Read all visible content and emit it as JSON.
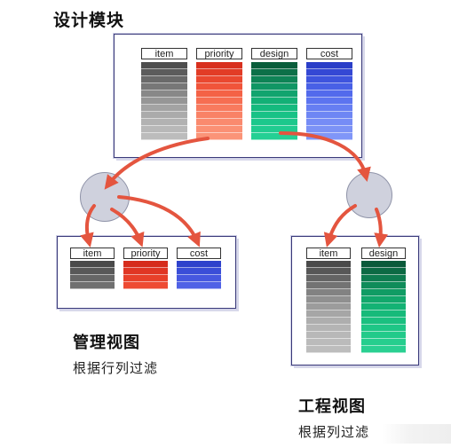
{
  "design_module": {
    "title": "设计模块",
    "columns": [
      {
        "label": "item",
        "color": "#7a7a7a"
      },
      {
        "label": "priority",
        "color": "#f0543a"
      },
      {
        "label": "design",
        "color": "#10b078"
      },
      {
        "label": "cost",
        "color": "#4a62e8"
      }
    ]
  },
  "management_view": {
    "title": "管理视图",
    "subtitle": "根据行列过滤",
    "columns": [
      {
        "label": "item",
        "color": "#606060"
      },
      {
        "label": "priority",
        "color": "#e8402a"
      },
      {
        "label": "cost",
        "color": "#4a5ee0"
      }
    ]
  },
  "engineering_view": {
    "title": "工程视图",
    "subtitle": "根据列过滤",
    "columns": [
      {
        "label": "item",
        "color": "#8a8a8a"
      },
      {
        "label": "design",
        "color": "#12b074"
      }
    ]
  },
  "colors": {
    "arrow": "#e4553f",
    "hub": "#cfd1dd",
    "border": "#3a3a7a"
  }
}
